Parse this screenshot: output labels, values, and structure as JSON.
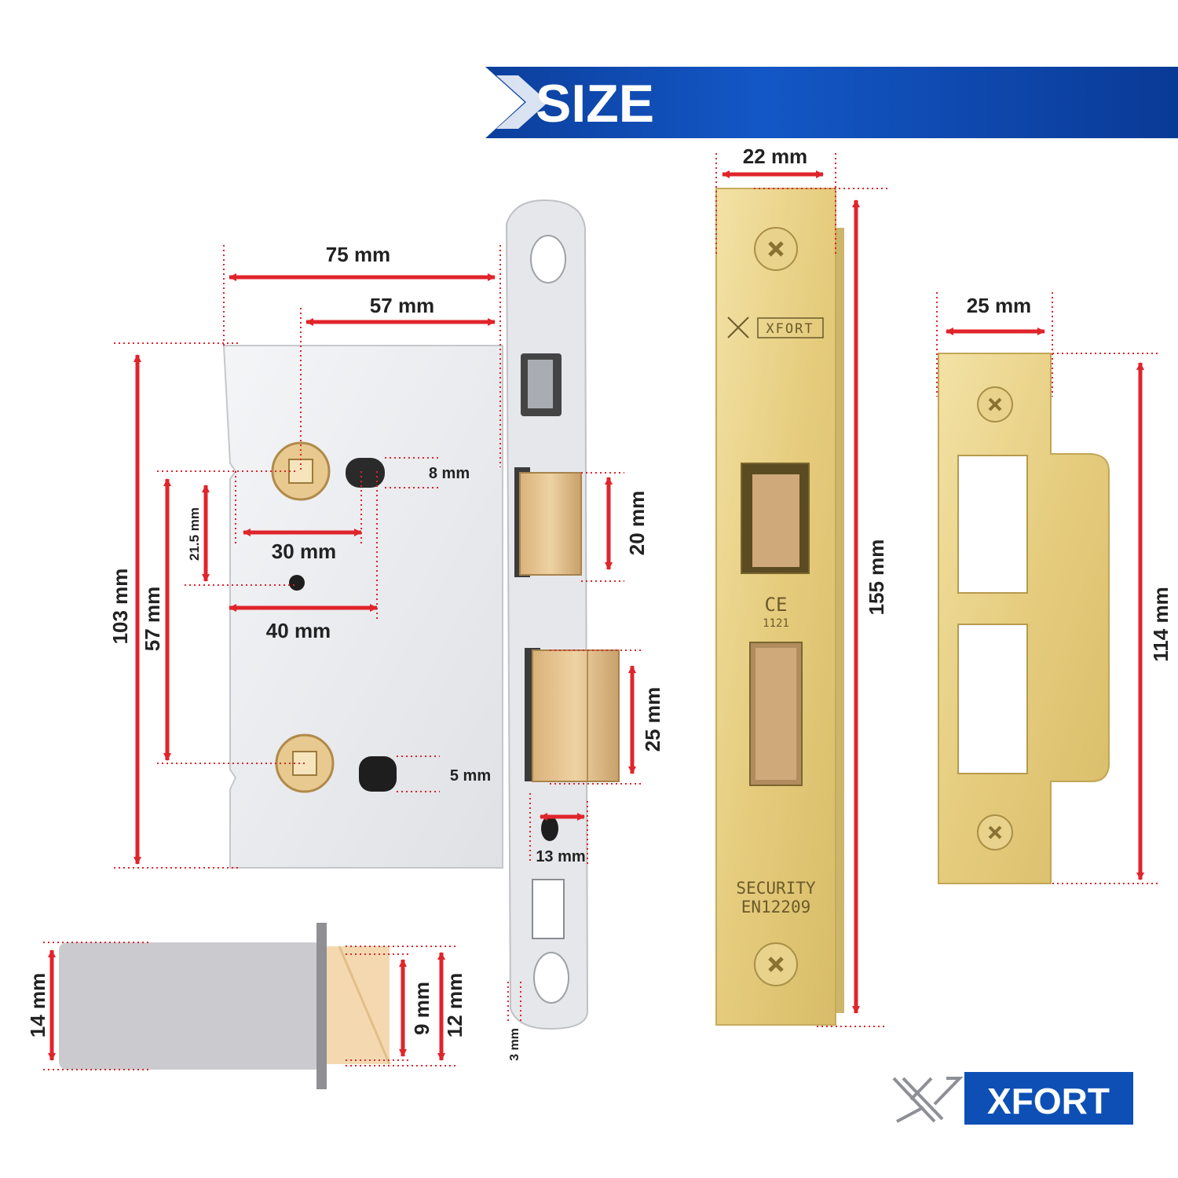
{
  "banner": {
    "title": "SIZE",
    "color": "#0d4fb5"
  },
  "accent_color": "#e0242b",
  "dimensions": {
    "body_width": "75 mm",
    "backset": "57 mm",
    "body_height": "103 mm",
    "spindle_center": "57 mm",
    "small_vertical": "21.5 mm",
    "spindle_offset": "30 mm",
    "slot_offset": "40 mm",
    "slot_top": "8 mm",
    "slot_bottom": "5 mm",
    "latch_height": "20 mm",
    "deadbolt_height": "25 mm",
    "deadbolt_throw": "13 mm",
    "faceplate_width": "22 mm",
    "faceplate_height": "155 mm",
    "strike_width": "25 mm",
    "strike_height": "114 mm",
    "bolt_body": "14 mm",
    "bolt_inner": "9 mm",
    "bolt_outer": "12 mm",
    "plate_thickness": "3 mm"
  },
  "engravings": {
    "brand": "XFORT",
    "ce": "CE",
    "cert": "1121",
    "line1": "SECURITY",
    "line2": "EN12209"
  },
  "logo": {
    "text": "XFORT",
    "color": "#0d4fb5"
  }
}
